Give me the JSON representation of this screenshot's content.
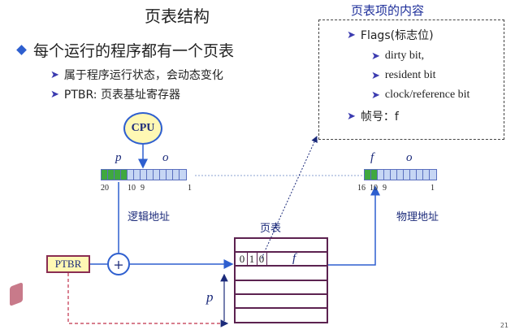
{
  "title": "页表结构",
  "main_bullet": "每个运行的程序都有一个页表",
  "sub_bullets": [
    "属于程序运行状态，会动态变化",
    "PTBR: 页表基址寄存器"
  ],
  "panel": {
    "title": "页表项的内容",
    "flags": "Flags(标志位)",
    "items": [
      "dirty bit,",
      "resident bit",
      "clock/reference bit"
    ],
    "frame": "帧号：f"
  },
  "cpu_label": "CPU",
  "logical": {
    "p": "p",
    "o": "o",
    "ticks": [
      "20",
      "10",
      "9",
      "1"
    ],
    "label": "逻辑地址"
  },
  "physical": {
    "f": "f",
    "o": "o",
    "ticks": [
      "16",
      "10",
      "9",
      "1"
    ],
    "label": "物理地址"
  },
  "ptbr_label": "PTBR",
  "plus_label": "+",
  "page_table": {
    "label": "页表",
    "entry_bits": [
      "0",
      "1",
      "0"
    ],
    "entry_f": "f"
  },
  "p_label": "p",
  "page_number": "21",
  "colors": {
    "accent": "#2e5fcf",
    "green_bits": "#3fa83f",
    "blue_bits": "#c6d6f4",
    "table_border": "#5c2250",
    "yellow_fill": "#fff8b4"
  },
  "logical_bits": {
    "green": 4,
    "blue": 9
  },
  "physical_bits": {
    "green": 2,
    "blue": 9
  }
}
